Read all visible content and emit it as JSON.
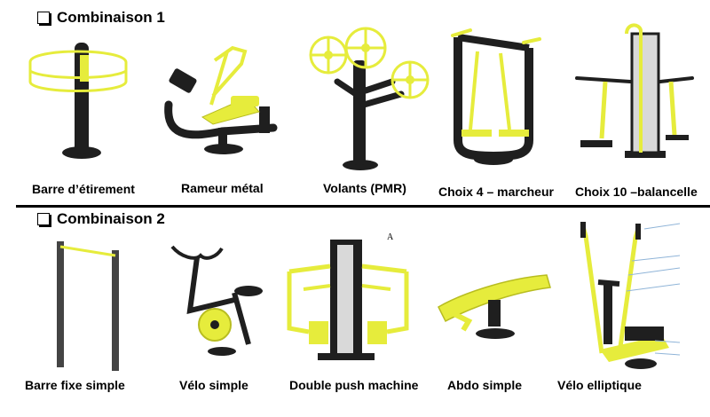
{
  "sections": [
    {
      "title": "Combinaison 1",
      "items": [
        {
          "label": "Barre d’étirement",
          "icon": "stretching-bar-icon"
        },
        {
          "label": "Rameur métal",
          "icon": "rowing-machine-icon"
        },
        {
          "label": "Volants (PMR)",
          "icon": "wheels-pmr-icon"
        },
        {
          "label": "Choix 4 – marcheur",
          "icon": "walker-icon"
        },
        {
          "label": "Choix 10 –balancelle",
          "icon": "swing-trainer-icon"
        }
      ]
    },
    {
      "title": "Combinaison 2",
      "items": [
        {
          "label": "Barre fixe simple",
          "icon": "pull-up-bar-icon"
        },
        {
          "label": "Vélo simple",
          "icon": "exercise-bike-icon"
        },
        {
          "label": "Double push machine",
          "icon": "double-push-machine-icon"
        },
        {
          "label": "Abdo simple",
          "icon": "abdominal-bench-icon"
        },
        {
          "label": "Vélo elliptique",
          "icon": "elliptical-trainer-icon"
        }
      ]
    }
  ],
  "annotation": "A",
  "colors": {
    "equipment": "#e6ec3c",
    "frame": "#1f1f1f",
    "callout": "#8fb4d8"
  }
}
